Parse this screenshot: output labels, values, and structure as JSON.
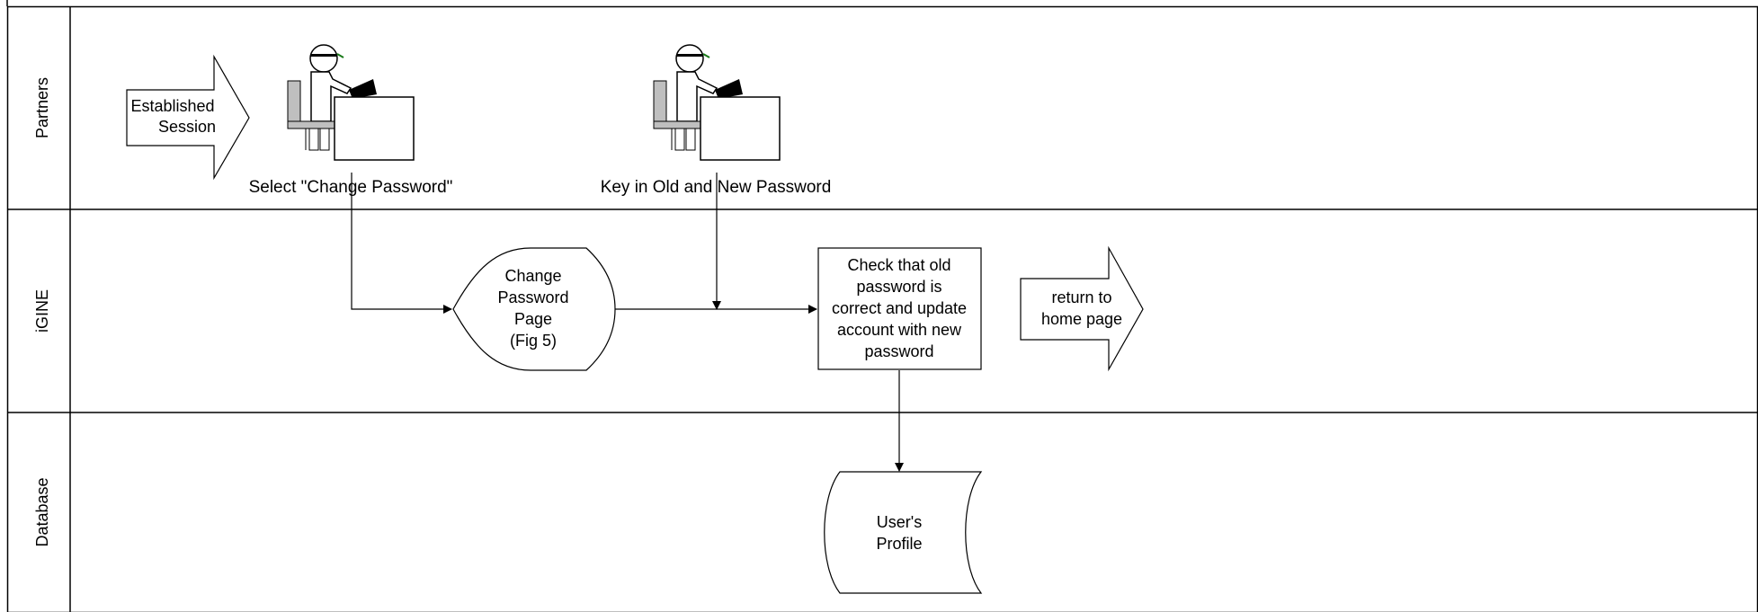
{
  "lanes": [
    {
      "label": "Partners"
    },
    {
      "label": "iGINE"
    },
    {
      "label": "Database"
    }
  ],
  "shapes": {
    "start_arrow": {
      "text": [
        "Established",
        "Session"
      ]
    },
    "change_password_page": {
      "text": [
        "Change",
        "Password",
        "Page",
        "(Fig 5)"
      ]
    },
    "check_process": {
      "text": [
        "Check that old",
        "password is",
        "correct and update",
        "account with new",
        "password"
      ]
    },
    "return_arrow": {
      "text": [
        "return to",
        "home page"
      ]
    },
    "users_profile": {
      "text": [
        "User's",
        "Profile"
      ]
    }
  },
  "actors": [
    {
      "caption": "Select \"Change Password\""
    },
    {
      "caption": "Key in Old and New Password"
    }
  ]
}
